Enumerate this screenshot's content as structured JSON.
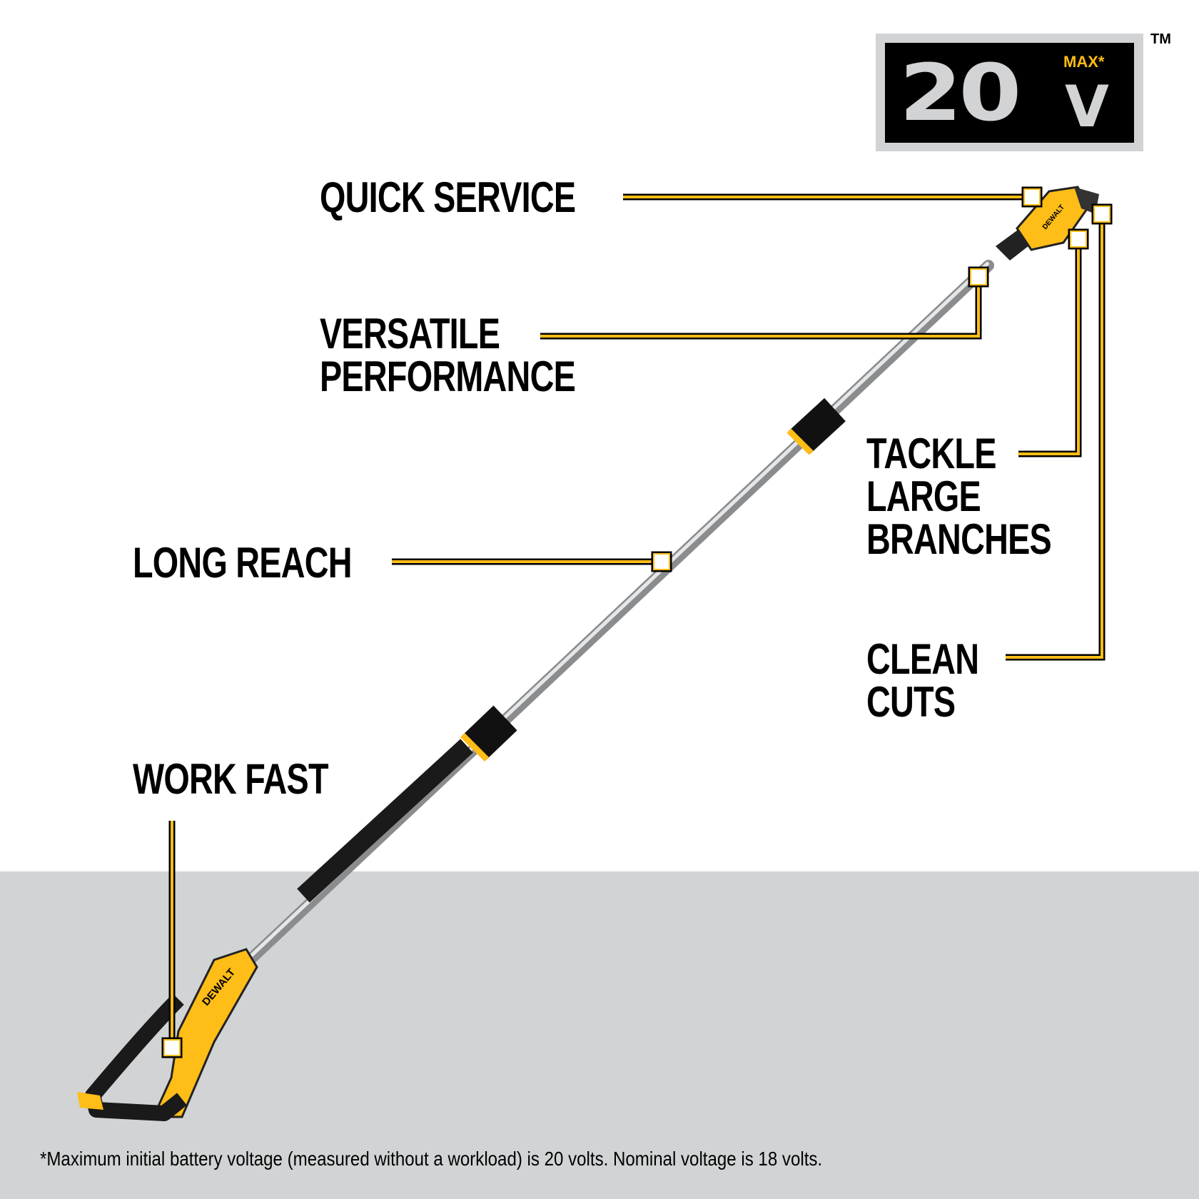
{
  "logo": {
    "number": "20",
    "max": "MAX*",
    "unit": "V",
    "trademark": "TM"
  },
  "brand_mark": "DEWALT",
  "features": {
    "quick_service": "QUICK SERVICE",
    "versatile_performance": [
      "VERSATILE",
      "PERFORMANCE"
    ],
    "long_reach": "LONG REACH",
    "work_fast": "WORK FAST",
    "tackle_large_branches": [
      "TACKLE",
      "LARGE",
      "BRANCHES"
    ],
    "clean_cuts": [
      "CLEAN",
      "CUTS"
    ]
  },
  "footnote": "*Maximum initial battery voltage (measured without a workload) is 20 volts. Nominal voltage is 18 volts.",
  "colors": {
    "accent": "#febd17",
    "ground": "#d1d3d4",
    "text": "#000000"
  }
}
